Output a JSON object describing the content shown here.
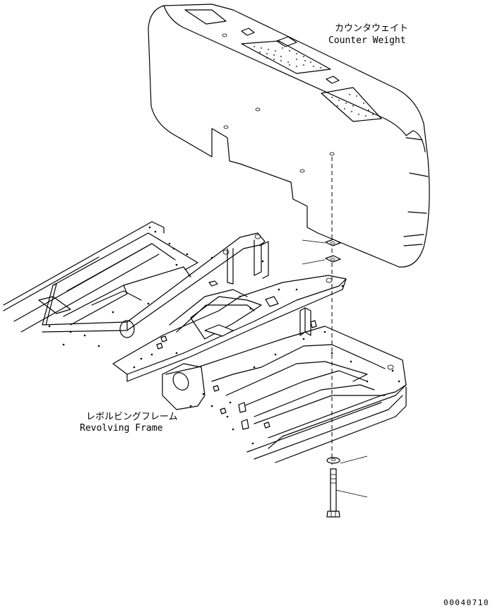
{
  "counter_weight": {
    "label_jp": "カウンタウェイト",
    "label_en": "Counter Weight"
  },
  "revolving_frame": {
    "label_jp": "レボルビングフレーム",
    "label_en": "Revolving Frame"
  },
  "drawing_number": "00040710"
}
